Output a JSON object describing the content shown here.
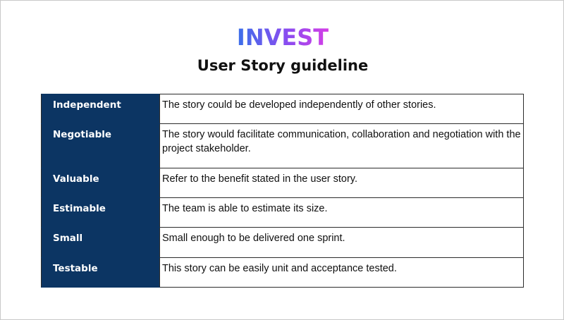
{
  "heading": {
    "title": "INVEST",
    "subtitle": "User Story guideline"
  },
  "colors": {
    "term_background": "#0c3563",
    "title_gradient_start": "#3b6fe9",
    "title_gradient_end": "#d43ee6"
  },
  "table": {
    "rows": [
      {
        "term": "Independent",
        "description": "The story could be developed independently of other stories."
      },
      {
        "term": "Negotiable",
        "description": "The story would facilitate communication, collaboration and negotiation with the project stakeholder."
      },
      {
        "term": "Valuable",
        "description": "Refer to the benefit stated in the user story."
      },
      {
        "term": "Estimable",
        "description": "The team is able to estimate its size."
      },
      {
        "term": "Small",
        "description": "Small enough to be delivered one sprint."
      },
      {
        "term": "Testable",
        "description": "This story can be easily unit and acceptance tested."
      }
    ]
  }
}
